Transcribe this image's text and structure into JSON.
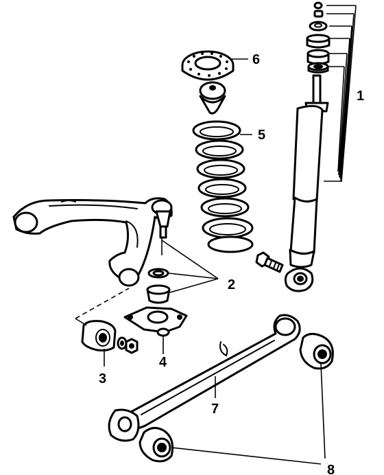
{
  "diagram": {
    "callouts": [
      {
        "id": "1",
        "label": "1"
      },
      {
        "id": "2",
        "label": "2"
      },
      {
        "id": "3",
        "label": "3"
      },
      {
        "id": "4",
        "label": "4"
      },
      {
        "id": "5",
        "label": "5"
      },
      {
        "id": "6",
        "label": "6"
      },
      {
        "id": "7",
        "label": "7"
      },
      {
        "id": "8",
        "label": "8"
      }
    ]
  },
  "colors": {
    "ink": "#000000",
    "paper": "#ffffff"
  }
}
